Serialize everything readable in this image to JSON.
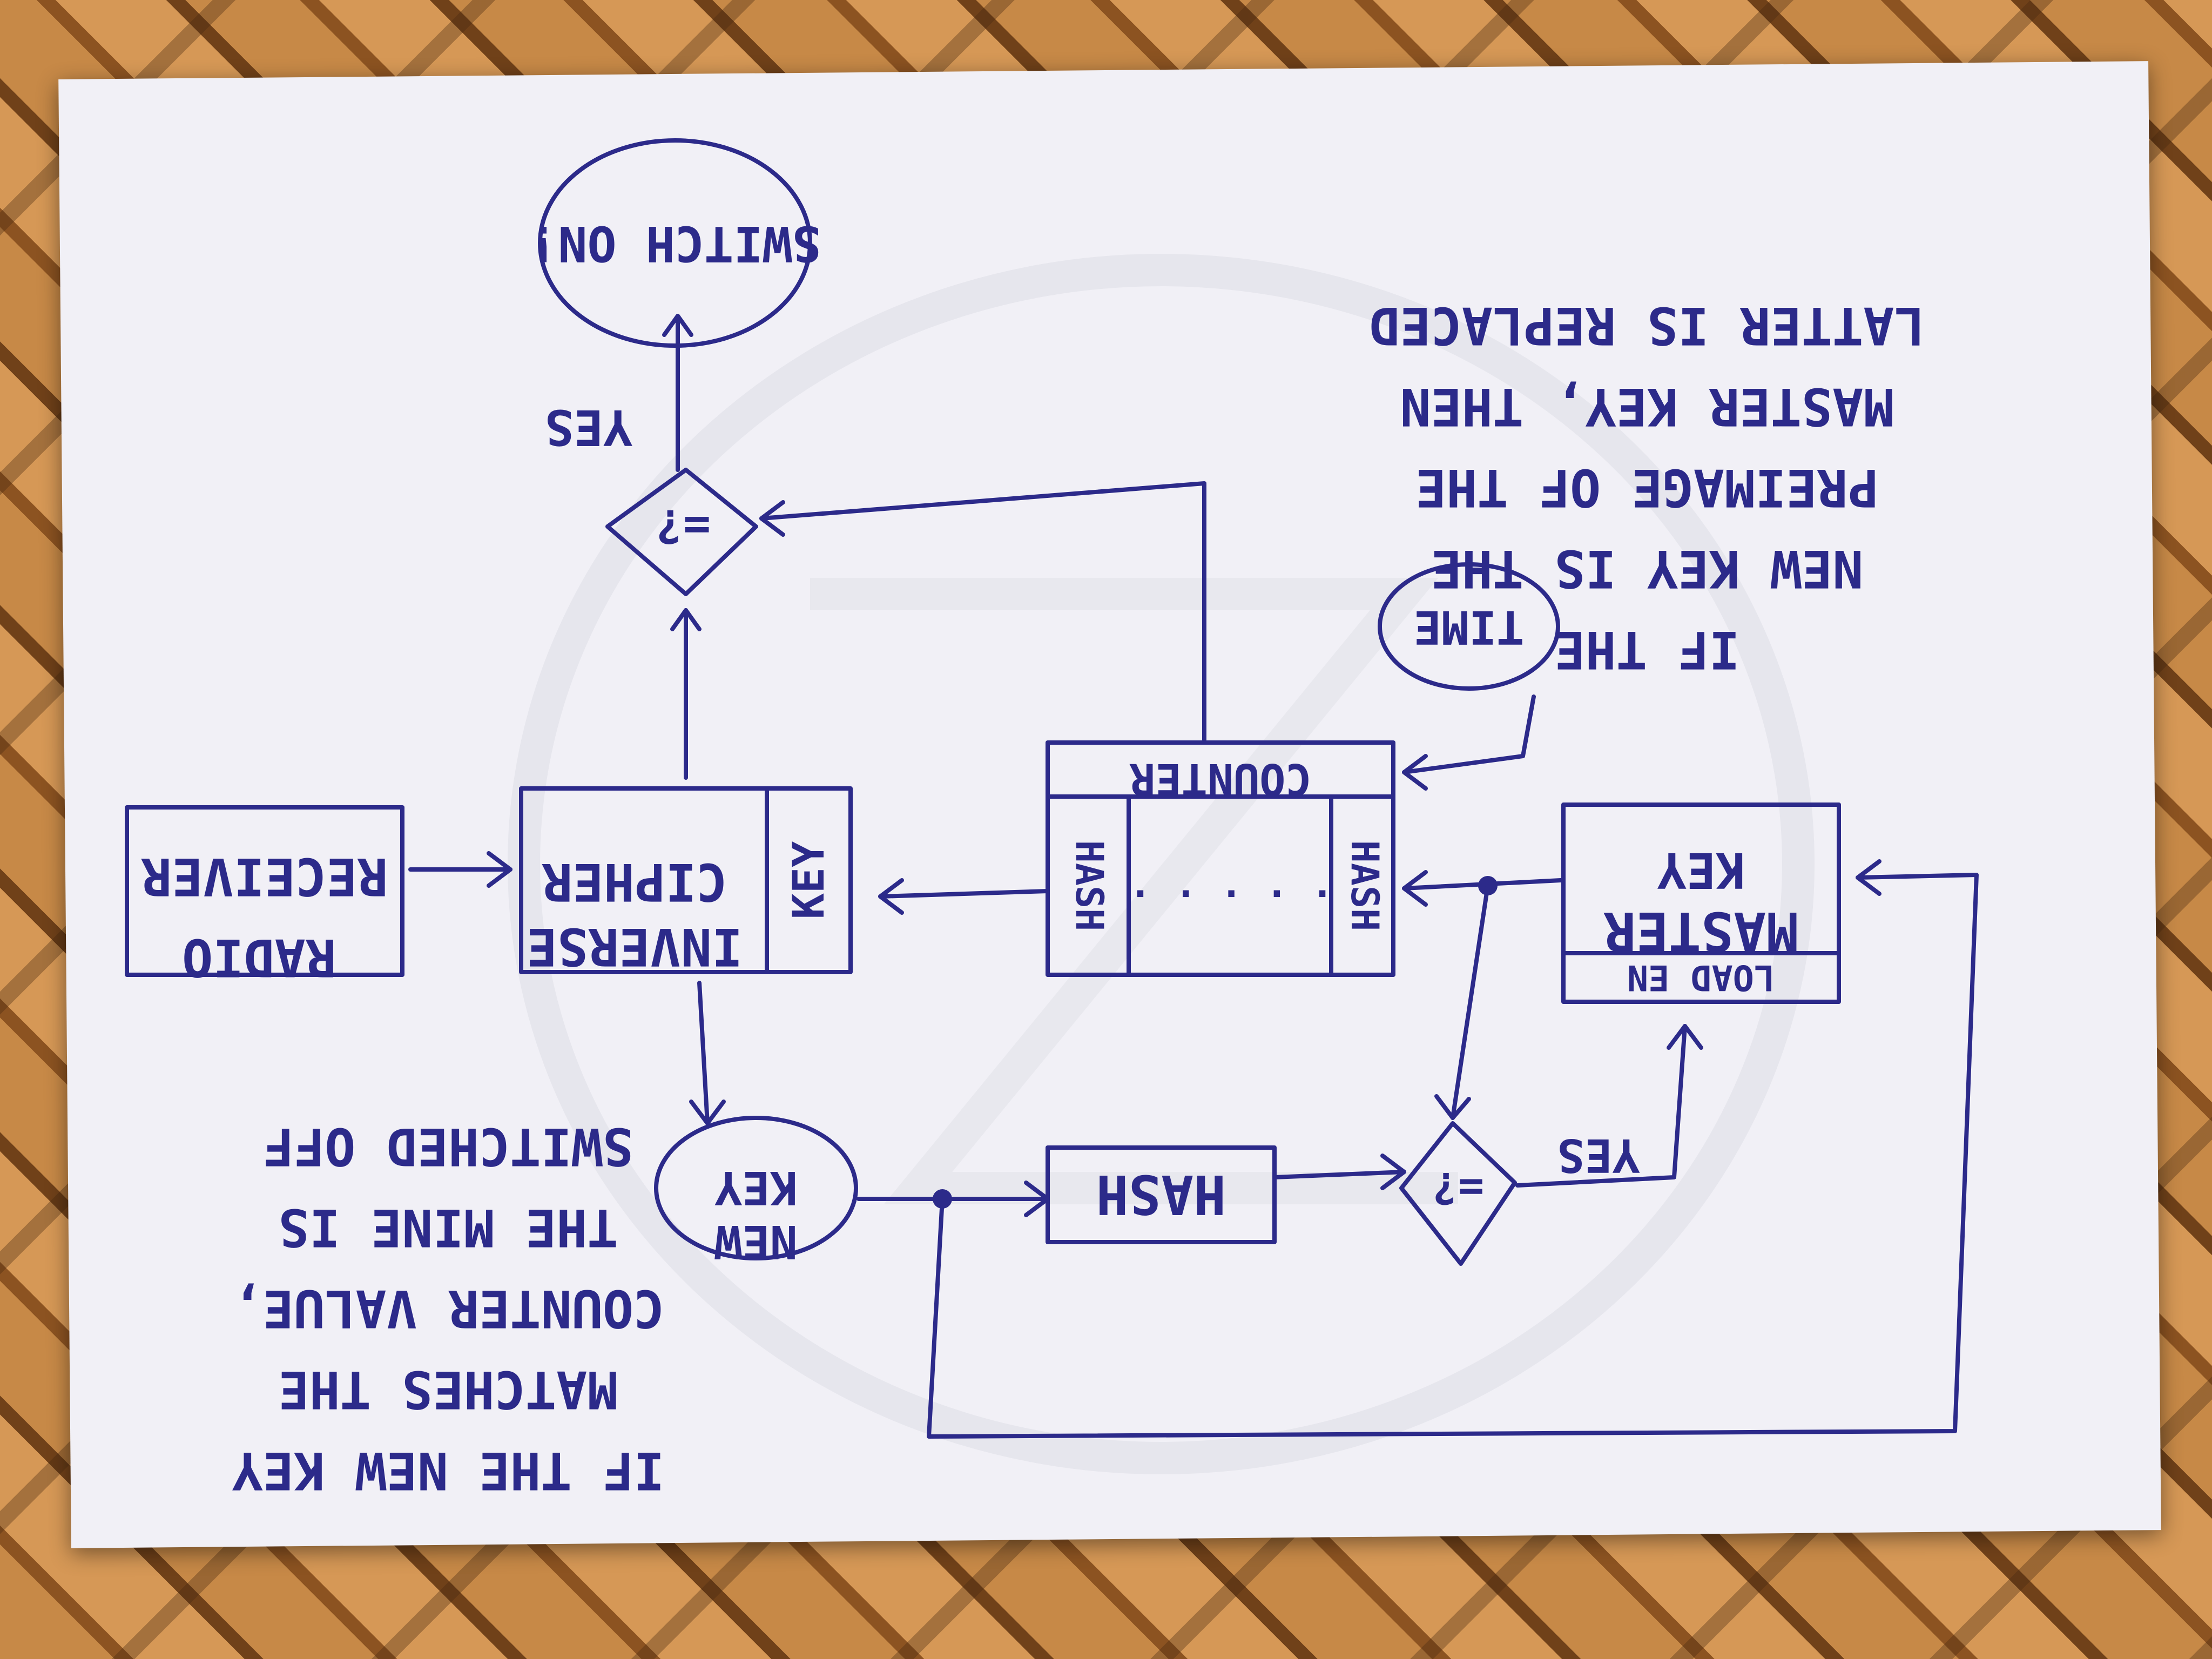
{
  "nodes": {
    "switch_off": "SWITCH ON!",
    "radio": "RADIO",
    "receiver": "RECEIVER",
    "key_column": "KEY",
    "inverse": "INVERSE",
    "cipher": "CIPHER",
    "counter": "COUNTER",
    "hash_left": "HASH",
    "hash_right": "HASH",
    "time": "TIME",
    "master": "MASTER",
    "master_key": "KEY",
    "load_en": "LOAD EN",
    "new": "NEW",
    "new_key": "KEY",
    "hash_box": "HASH",
    "compare_top": "=?",
    "compare_bottom": "=?",
    "yes_top": "YES",
    "yes_bottom": "YES",
    "dots": "· · · · ·"
  },
  "notes": {
    "left": [
      "IF THE NEW KEY",
      "MATCHES THE",
      "COUNTER VALUE,",
      "THE MINE IS",
      "SWITCHED OFF"
    ],
    "right": [
      "IF THE",
      "NEW KEY IS THE",
      "PREIMAGE OF THE",
      "MASTER KEY, THEN",
      "LATTER IS REPLACED"
    ]
  },
  "colors": {
    "ink": "#2c2a8a",
    "paper": "#f1f0f6"
  }
}
